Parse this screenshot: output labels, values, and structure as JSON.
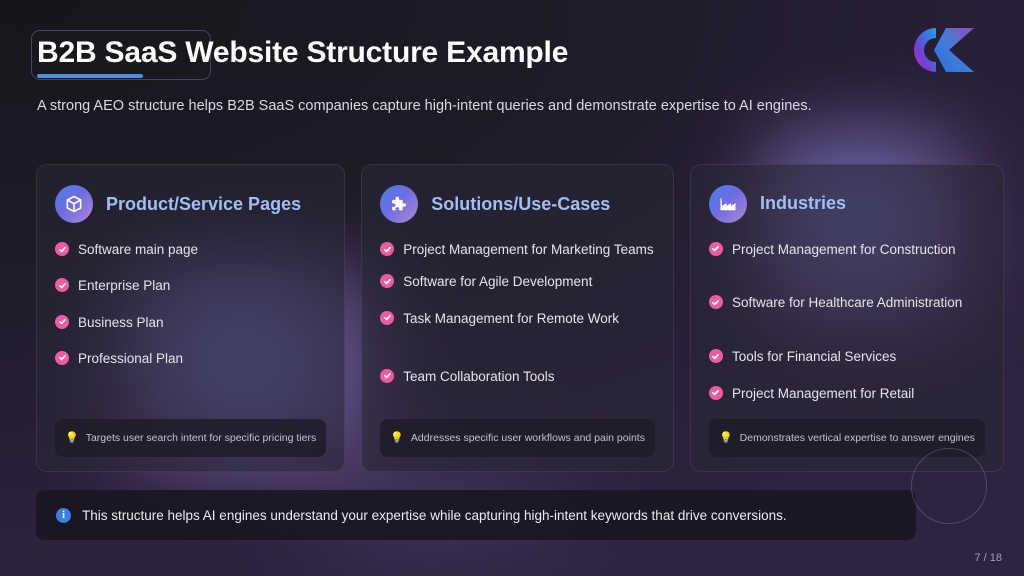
{
  "header": {
    "title": "B2B SaaS Website Structure Example",
    "subtitle": "A strong AEO structure helps B2B SaaS companies capture high-intent queries and demonstrate expertise to AI engines.",
    "logo_name": "ck-logo",
    "accent_color": "#4d90e2"
  },
  "cards": [
    {
      "icon": "box-icon",
      "title": "Product/Service Pages",
      "items": [
        "Software main page",
        "Enterprise Plan",
        "Business Plan",
        "Professional Plan"
      ],
      "note_icon": "💡",
      "note": "Targets user search intent for specific pricing tiers"
    },
    {
      "icon": "puzzle-icon",
      "title": "Solutions/Use-Cases",
      "items": [
        "Project Management for Marketing Teams",
        "Software for Agile Development",
        "Task Management for Remote Work",
        "Team Collaboration Tools"
      ],
      "note_icon": "💡",
      "note": "Addresses specific user workflows and pain points"
    },
    {
      "icon": "factory-icon",
      "title": "Industries",
      "items": [
        "Project Management for Construction",
        "Software for Healthcare Administration",
        "Tools for Financial Services",
        "Project Management for Retail"
      ],
      "note_icon": "💡",
      "note": "Demonstrates vertical expertise to answer engines"
    }
  ],
  "banner": {
    "icon": "info-icon",
    "icon_glyph": "i",
    "text": "This structure helps AI engines understand your expertise while capturing high-intent keywords that drive conversions."
  },
  "footer": {
    "page_number": "7 / 18"
  },
  "theme": {
    "heading_color": "#9ec0f5",
    "check_color": "#ef5ba0",
    "info_color": "#3e7fe0",
    "background_start": "#17161b",
    "background_end": "#2e2440"
  }
}
